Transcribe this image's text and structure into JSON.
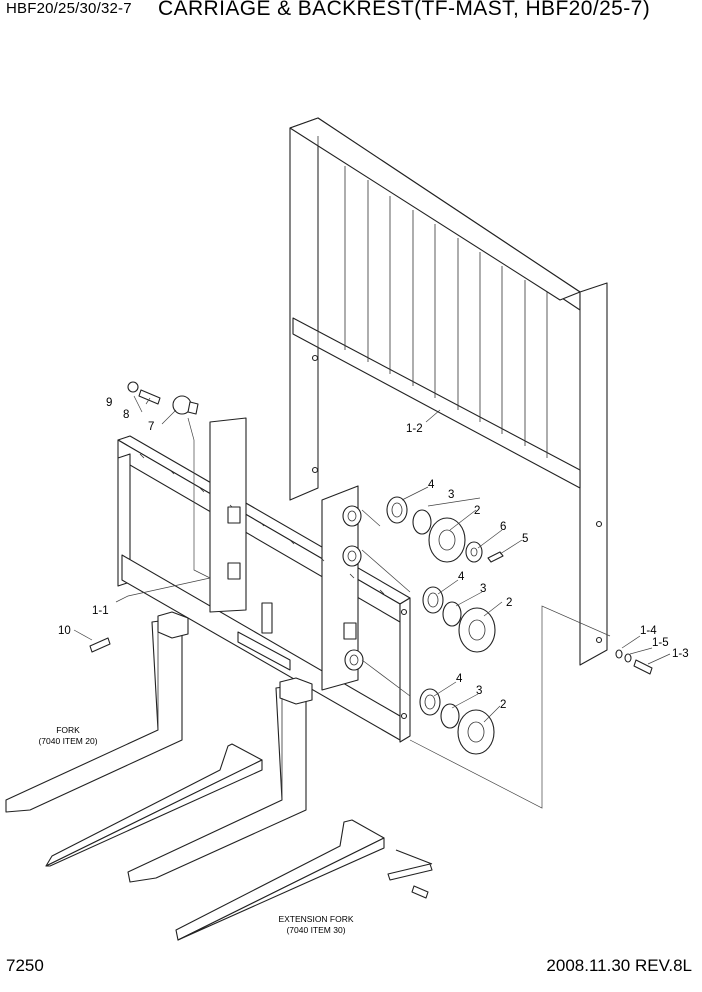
{
  "header": {
    "model": "HBF20/25/30/32-7",
    "title": "CARRIAGE & BACKREST(TF-MAST, HBF20/25-7)"
  },
  "footer": {
    "page_number": "7250",
    "revision": "2008.11.30  REV.8L"
  },
  "callouts": {
    "c1_2": "1-2",
    "c1_1": "1-1",
    "c1_3": "1-3",
    "c1_4": "1-4",
    "c1_5": "1-5",
    "c2a": "2",
    "c2b": "2",
    "c2c": "2",
    "c3a": "3",
    "c3b": "3",
    "c3c": "3",
    "c4a": "4",
    "c4b": "4",
    "c4c": "4",
    "c5": "5",
    "c6": "6",
    "c7": "7",
    "c8": "8",
    "c9": "9",
    "c10": "10"
  },
  "notes": {
    "fork_line1": "FORK",
    "fork_line2": "(7040 ITEM 20)",
    "ext_fork_line1": "EXTENSION FORK",
    "ext_fork_line2": "(7040 ITEM 30)"
  }
}
